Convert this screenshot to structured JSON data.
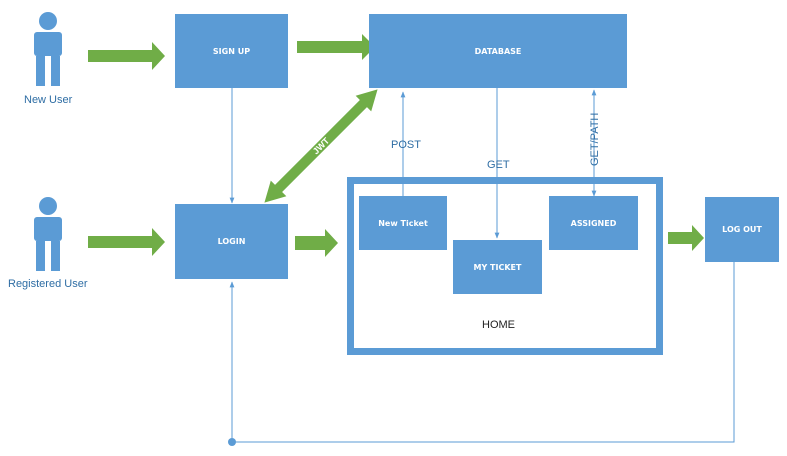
{
  "colors": {
    "box_fill": "#5B9BD5",
    "green_arrow": "#70AD47",
    "line": "#5B9BD5",
    "label_text": "#2E6DA4"
  },
  "actors": {
    "new_user": {
      "label": "New User",
      "icon": "person-icon"
    },
    "registered_user": {
      "label": "Registered User",
      "icon": "person-icon"
    }
  },
  "boxes": {
    "sign_up": "SIGN UP",
    "database": "DATABASE",
    "login": "LOGIN",
    "new_ticket": "New Ticket",
    "my_ticket": "MY TICKET",
    "assigned": "ASSIGNED",
    "log_out": "LOG OUT"
  },
  "home_label": "HOME",
  "edge_labels": {
    "post": "POST",
    "get": "GET",
    "get_path": "GET/PATH",
    "jwt": "JWT"
  }
}
